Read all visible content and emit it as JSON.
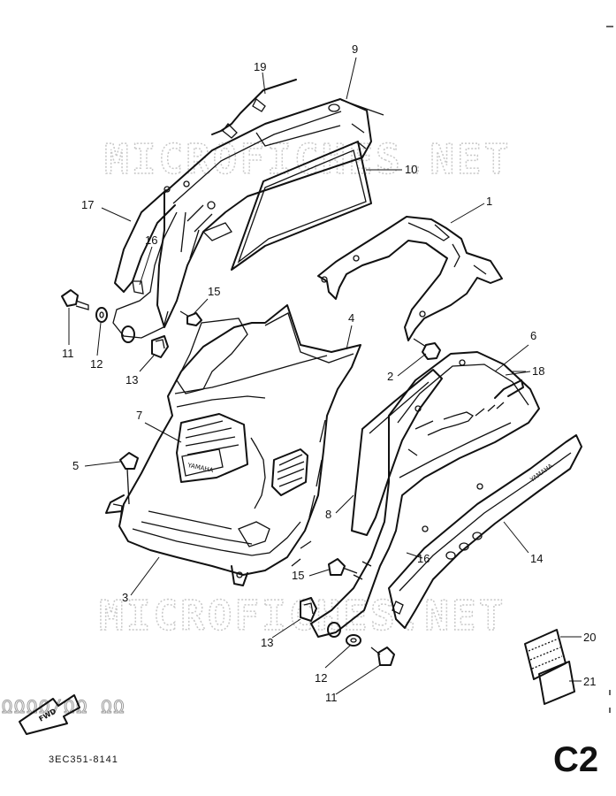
{
  "watermark": "MICROFICHES.NET",
  "stamp": "ΩΩΩΩ/ΩΩ ΩΩ",
  "diagram_code": "3EC351-8141",
  "page_label": "C2",
  "fwd_label": "FWD",
  "brand_text": "YAMAHA",
  "callouts": [
    {
      "id": "c9",
      "text": "9"
    },
    {
      "id": "c19",
      "text": "19"
    },
    {
      "id": "c10",
      "text": "10"
    },
    {
      "id": "c17",
      "text": "17"
    },
    {
      "id": "c16a",
      "text": "16"
    },
    {
      "id": "c1",
      "text": "1"
    },
    {
      "id": "c15a",
      "text": "15"
    },
    {
      "id": "c11a",
      "text": "11"
    },
    {
      "id": "c12a",
      "text": "12"
    },
    {
      "id": "c13a",
      "text": "13"
    },
    {
      "id": "c4",
      "text": "4"
    },
    {
      "id": "c6",
      "text": "6"
    },
    {
      "id": "c2",
      "text": "2"
    },
    {
      "id": "c18",
      "text": "18"
    },
    {
      "id": "c7",
      "text": "7"
    },
    {
      "id": "c5",
      "text": "5"
    },
    {
      "id": "c8",
      "text": "8"
    },
    {
      "id": "c14",
      "text": "14"
    },
    {
      "id": "c16b",
      "text": "16"
    },
    {
      "id": "c15b",
      "text": "15"
    },
    {
      "id": "c3",
      "text": "3"
    },
    {
      "id": "c13b",
      "text": "13"
    },
    {
      "id": "c12b",
      "text": "12"
    },
    {
      "id": "c11b",
      "text": "11"
    },
    {
      "id": "c20",
      "text": "20"
    },
    {
      "id": "c21",
      "text": "21"
    }
  ]
}
